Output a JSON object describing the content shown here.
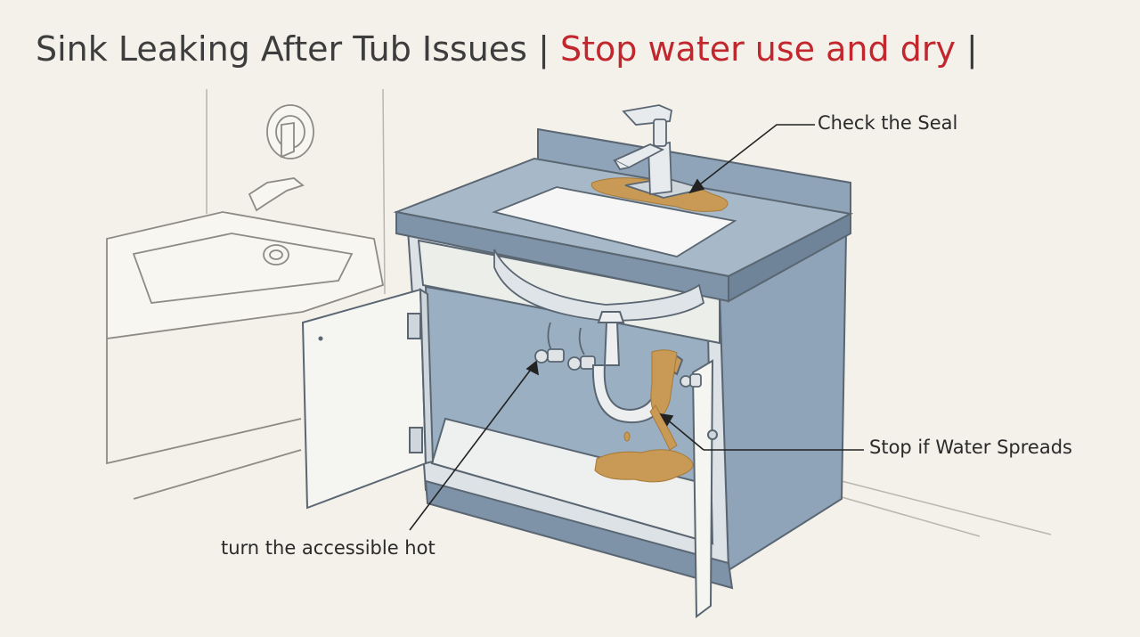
{
  "title": {
    "main": "Sink Leaking After Tub Issues",
    "separator": "|",
    "highlight": "Stop water use and dry",
    "trailing": "|"
  },
  "callouts": {
    "seal": "Check the Seal",
    "spread": "Stop if Water Spreads",
    "hot": "turn the accessible hot"
  },
  "colors": {
    "background": "#f3f1ea",
    "vanity_blue": "#8fa4b8",
    "leak_orange": "#c99a55",
    "title_red": "#c1272d",
    "title_dark": "#3d3d3d"
  }
}
